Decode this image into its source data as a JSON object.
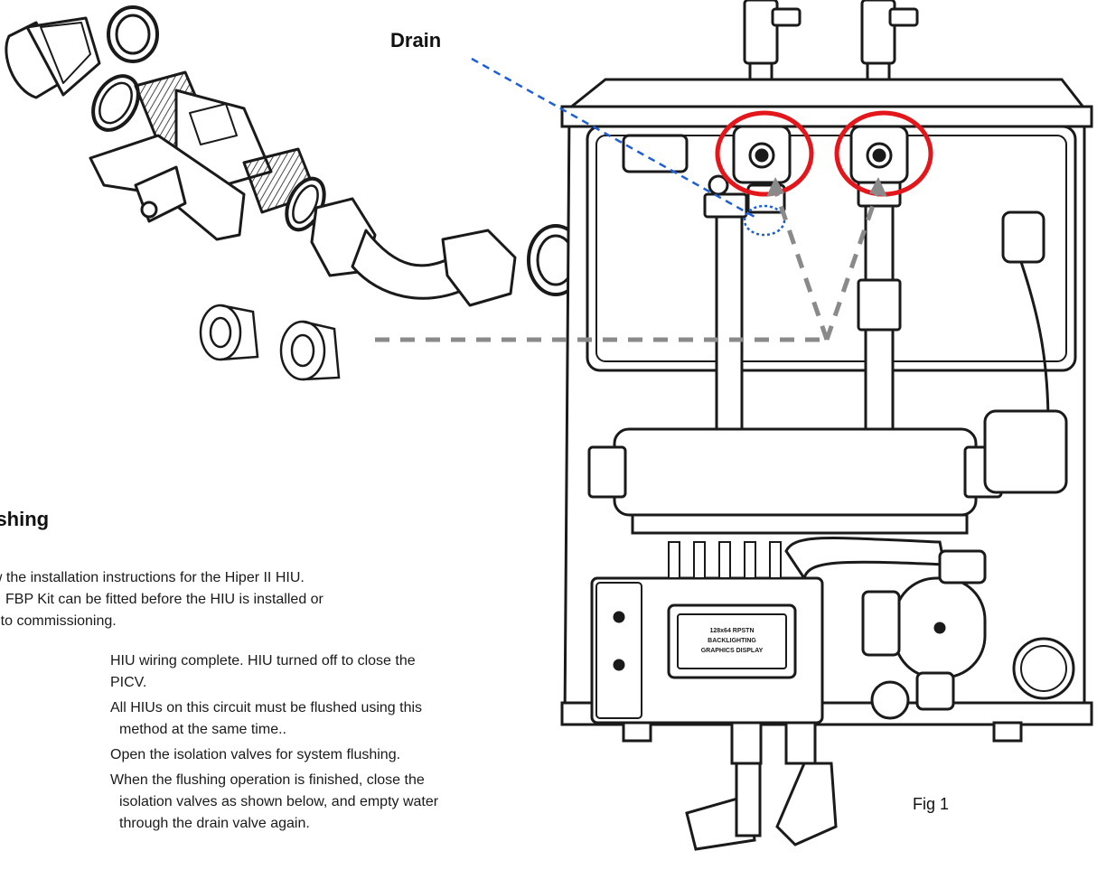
{
  "labels": {
    "drain": "Drain",
    "figure": "Fig 1"
  },
  "section": {
    "heading": "ushing",
    "intro_lines": [
      "ow the installation instructions for the Hiper II HIU.",
      "FBP Kit can be fitted before the HIU is installed or",
      "or to commissioning."
    ],
    "steps": [
      {
        "lines": [
          "HIU wiring complete. HIU turned off to close the",
          "PICV."
        ]
      },
      {
        "lines": [
          "All HIUs on this circuit must be flushed using this",
          "method at the same time.."
        ]
      },
      {
        "lines": [
          "Open the isolation valves for system flushing."
        ]
      },
      {
        "lines": [
          "When the flushing operation is finished, close the",
          "isolation valves as shown below, and empty water",
          "through the drain valve again."
        ]
      }
    ]
  },
  "display_panel": {
    "lines": [
      "128x64 RPSTN",
      "BACKLIGHTING",
      "GRAPHICS DISPLAY"
    ]
  },
  "colors": {
    "highlight_circle": "#e3161b",
    "drain_pointer": "#1e5fd6",
    "dashed_connector": "#8a8a8a",
    "line_art": "#1a1a1a"
  }
}
